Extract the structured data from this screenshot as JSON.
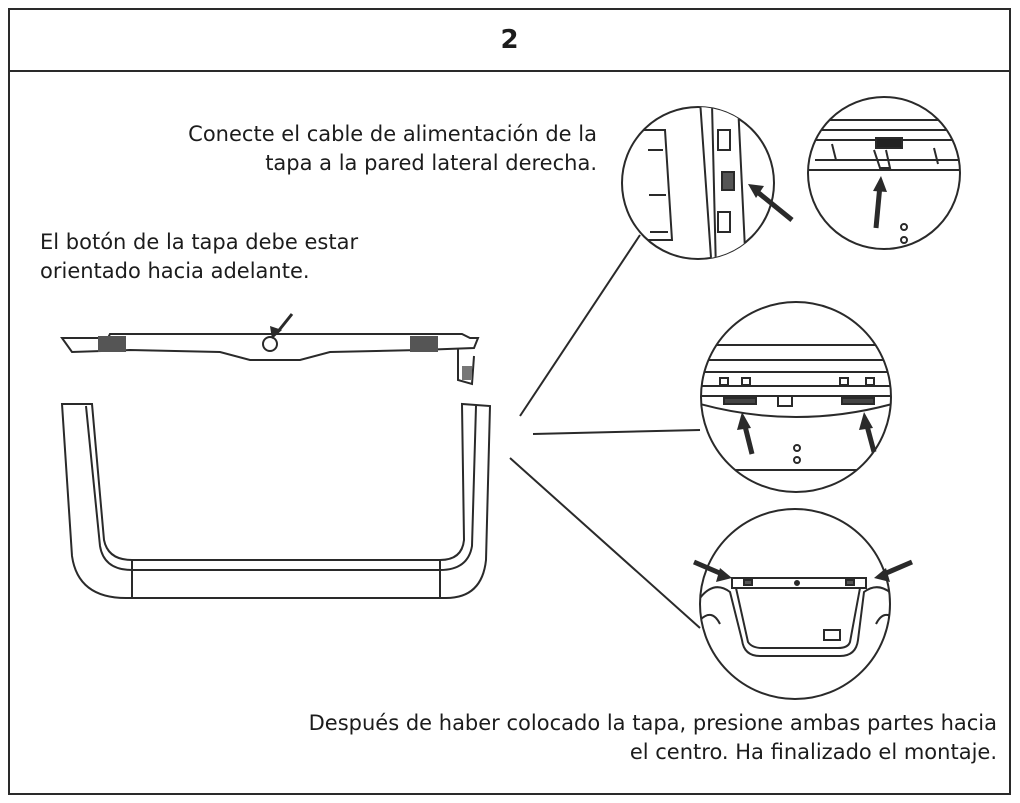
{
  "step": {
    "number": "2"
  },
  "captions": {
    "cable_connection": {
      "line1": "Conecte el cable de alimentación de la",
      "line2": "tapa a la pared lateral derecha."
    },
    "button_orientation": {
      "line1": "El botón de la tapa debe estar",
      "line2": "orientado hacia adelante."
    },
    "final_step": {
      "line1": "Después de haber colocado la tapa, presione ambas partes hacia",
      "line2": "el centro. Ha finalizado el montaje."
    }
  },
  "colors": {
    "line": "#2a2a2a",
    "background": "#ffffff"
  }
}
